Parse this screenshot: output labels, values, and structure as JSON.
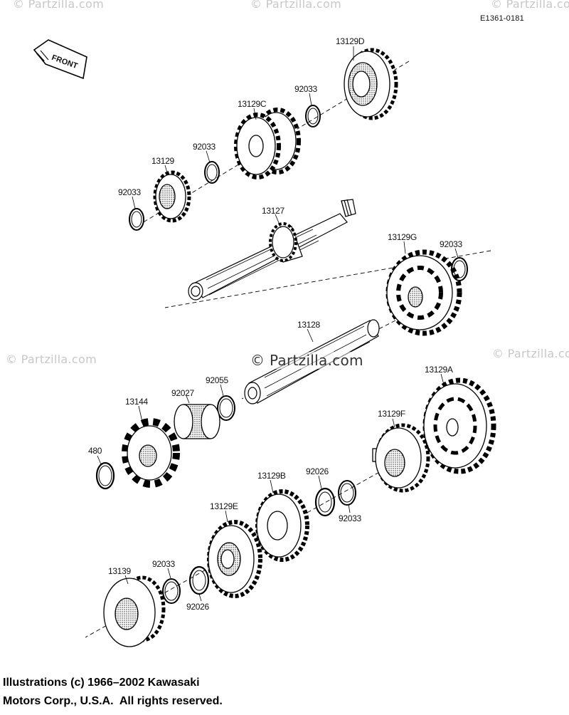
{
  "diagram_ref": "E1361-0181",
  "front_tag": "FRONT",
  "watermark": "© Partzilla.com",
  "watermark_center": "© Partzilla.com",
  "copyright_line1": "Illustrations (c) 1966–2002 Kawasaki",
  "copyright_line2": "Motors Corp., U.S.A.  All rights reserved.",
  "parts": {
    "p13129D": "13129D",
    "p92033_a": "92033",
    "p13129C": "13129C",
    "p92033_b": "92033",
    "p13129": "13129",
    "p92033_c": "92033",
    "p13127": "13127",
    "p13129G": "13129G",
    "p92033_d": "92033",
    "p13128": "13128",
    "p13129A": "13129A",
    "p92055": "92055",
    "p92027": "92027",
    "p13144": "13144",
    "p480": "480",
    "p13129F": "13129F",
    "p13129B": "13129B",
    "p92026_a": "92026",
    "p92033_e": "92033",
    "p13129E": "13129E",
    "p13139": "13139",
    "p92033_f": "92033",
    "p92026_b": "92026"
  }
}
